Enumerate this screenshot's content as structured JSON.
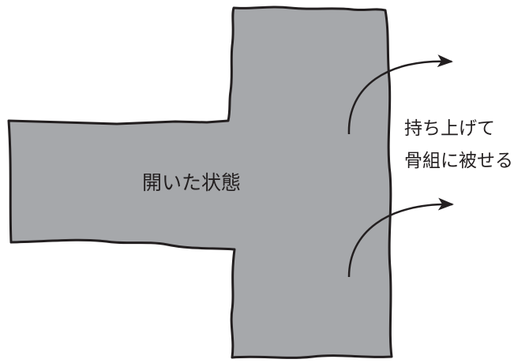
{
  "diagram": {
    "labels": {
      "open_state": "開いた状態",
      "instruction_line1": "持ち上げて",
      "instruction_line2": "骨組に被せる"
    },
    "colors": {
      "shape_fill": "#a6a8ab",
      "outline": "#231f20",
      "text": "#231f20",
      "background": "#ffffff"
    },
    "icons": [
      "lift-arrow-icon",
      "lift-arrow-icon"
    ]
  }
}
